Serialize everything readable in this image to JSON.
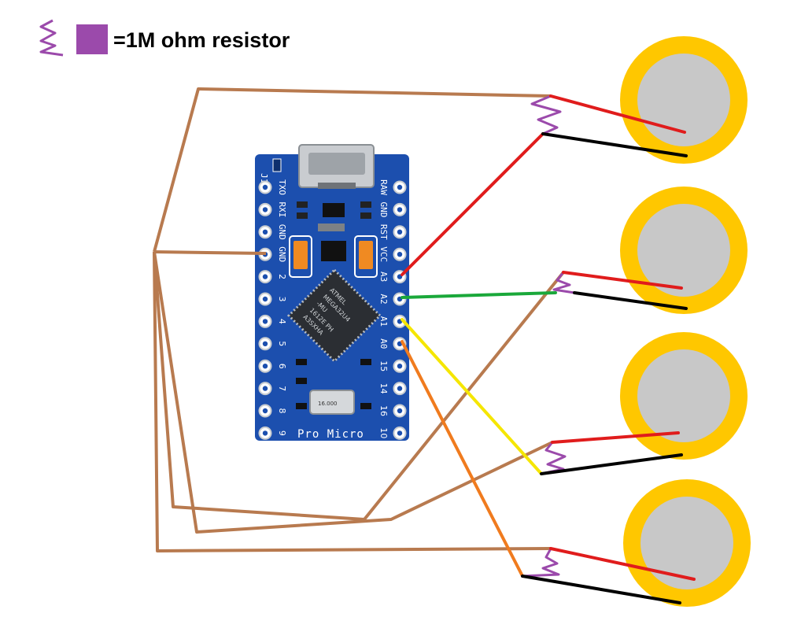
{
  "legend": {
    "text": "=1M ohm resistor",
    "swatch_color": "#9b4aab",
    "icon": "resistor-squiggle-icon"
  },
  "board": {
    "name": "Pro Micro",
    "j1_label": "J1",
    "chip_lines": [
      "ATMEL",
      "MEGA32U4",
      "-MU",
      "1612E PH",
      "A3SXHA"
    ],
    "crystal_text": "16.000",
    "left_pins": [
      "TXO",
      "RXI",
      "GND",
      "GND",
      "2",
      "3",
      "4",
      "5",
      "6",
      "7",
      "8",
      "9"
    ],
    "right_pins": [
      "RAW",
      "GND",
      "RST",
      "VCC",
      "A3",
      "A2",
      "A1",
      "A0",
      "15",
      "14",
      "16",
      "10"
    ]
  },
  "colors": {
    "board_blue": "#1c4fae",
    "piezo_outer": "#ffc700",
    "piezo_inner": "#c8c8c8",
    "ground_wire": "#b87a4f",
    "resistor": "#9b4aab",
    "a3_wire": "#e01c1c",
    "a2_wire": "#1aa83a",
    "a1_wire": "#f5e600",
    "a0_wire": "#f07b1e",
    "black_lead": "#000000"
  },
  "sensors": [
    {
      "pin": "A3",
      "wire_color": "#e01c1c"
    },
    {
      "pin": "A2",
      "wire_color": "#1aa83a"
    },
    {
      "pin": "A1",
      "wire_color": "#f5e600"
    },
    {
      "pin": "A0",
      "wire_color": "#f07b1e"
    }
  ]
}
